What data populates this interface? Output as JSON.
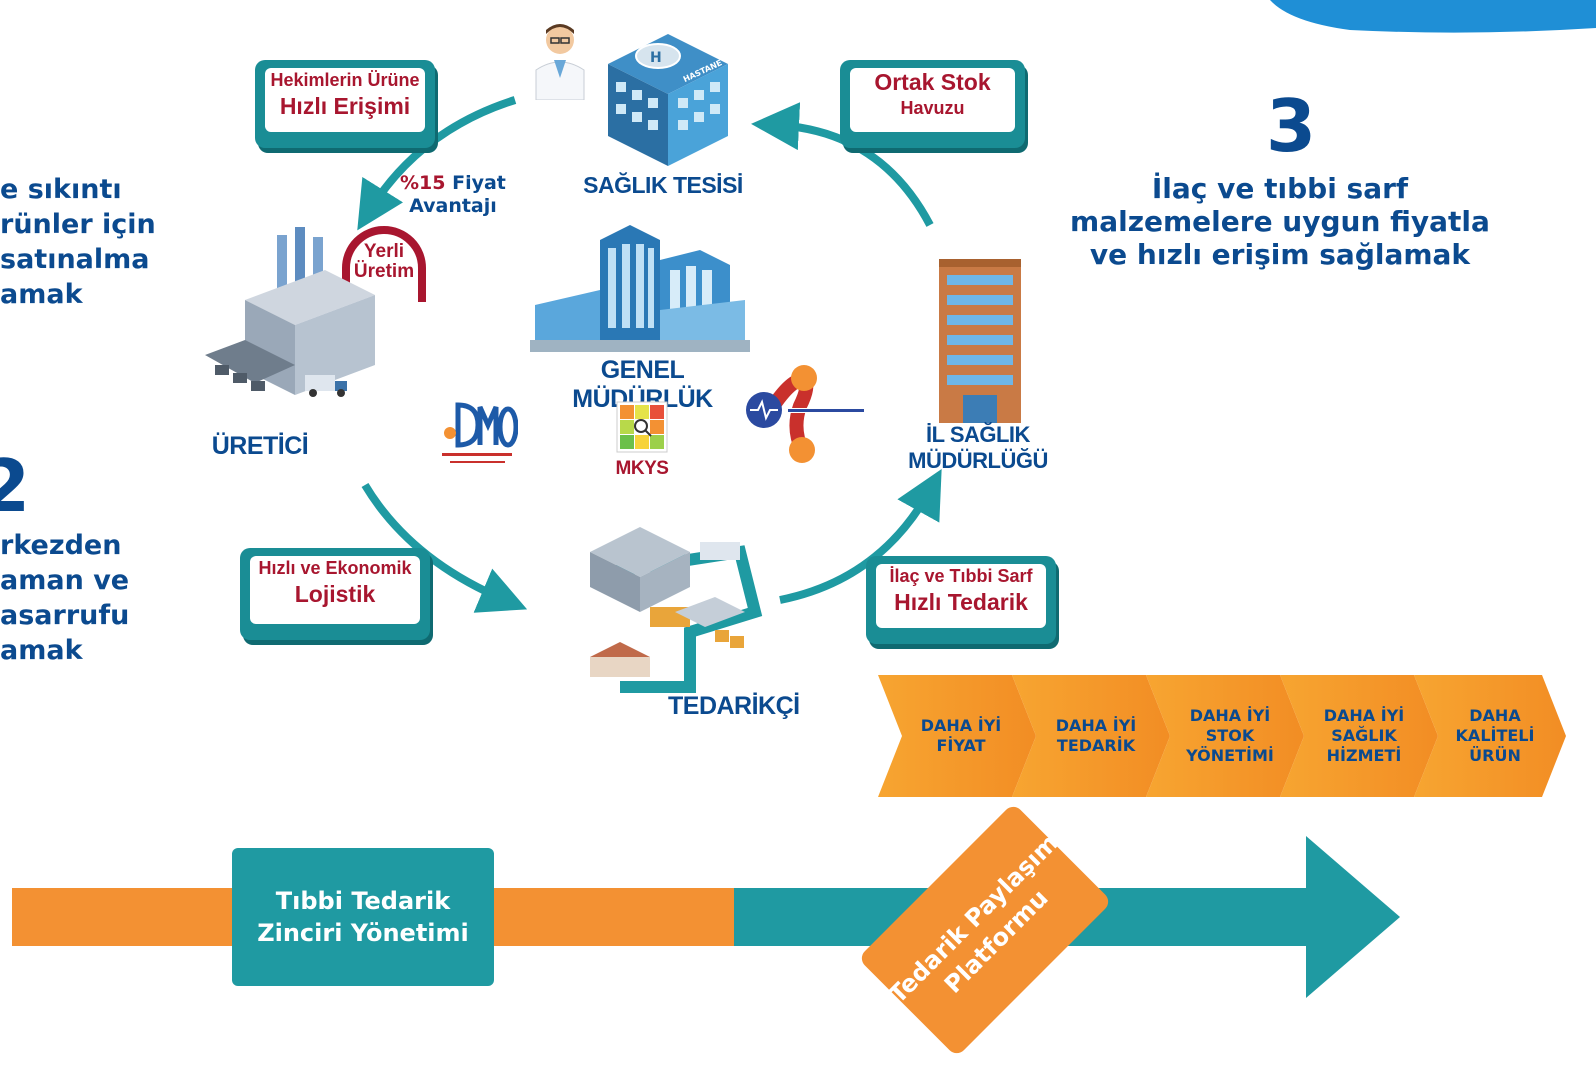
{
  "left": {
    "block1": "e sıkıntı\nrünler için\nsatınalma\namak",
    "num2": "2",
    "block2": "rkezden\naman ve\nasarrufu\namak"
  },
  "right": {
    "num3": "3",
    "goal3": "İlaç ve tıbbi sarf\nmalzemelere uygun fiyatla\nve hızlı erişim sağlamak"
  },
  "badges": {
    "hekim_l1": "Hekimlerin Ürüne",
    "hekim_l2": "Hızlı Erişimi",
    "ortak_l1": "Ortak Stok",
    "ortak_l2": "Havuzu",
    "lojistik_l1": "Hızlı ve Ekonomik",
    "lojistik_l2": "Lojistik",
    "tedarik_l1": "İlaç ve Tıbbi Sarf",
    "tedarik_l2": "Hızlı Tedarik"
  },
  "price_advantage": {
    "percent": "%15",
    "word": "Fiyat",
    "line2": "Avantajı"
  },
  "yerli": {
    "l1": "Yerli",
    "l2": "Üretim"
  },
  "captions": {
    "saglik_tesisi": "SAĞLIK TESİSİ",
    "genel_mudurluk": "GENEL MÜDÜRLÜK",
    "uretici": "ÜRETİCİ",
    "il_saglik": "İL SAĞLIK MÜDÜRLÜĞÜ",
    "tedarikci": "TEDARİKÇİ",
    "mkys": "MKYS",
    "hastane": "HASTANE"
  },
  "chevrons": [
    "DAHA İYİ\nFİYAT",
    "DAHA İYİ\nTEDARİK",
    "DAHA İYİ\nSTOK\nYÖNETİMİ",
    "DAHA İYİ\nSAĞLIK\nHİZMETİ",
    "DAHA\nKALİTELİ\nÜRÜN"
  ],
  "timeline": {
    "box": "Tıbbi Tedarik\nZinciri Yönetimi",
    "diamond": "Tedarik Paylaşım\nPlatformu"
  },
  "colors": {
    "navy": "#0b4a8f",
    "teal": "#1f9aa2",
    "orange": "#f39133",
    "crimson": "#a8162f"
  }
}
